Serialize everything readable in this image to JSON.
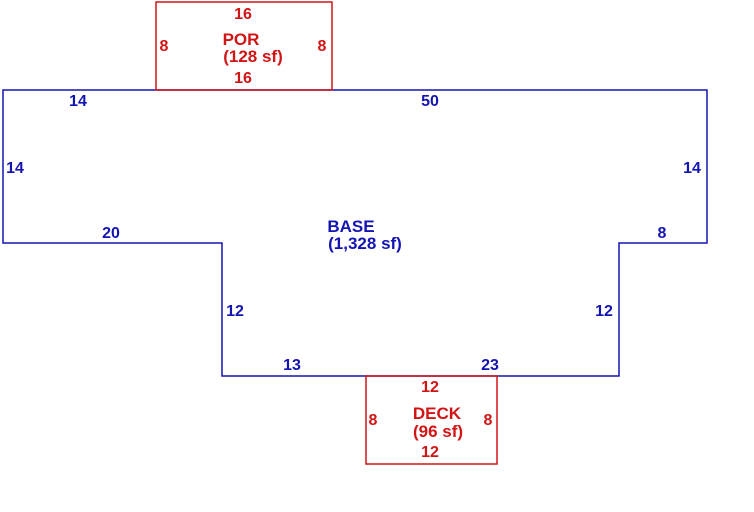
{
  "colors": {
    "base": "#1414b4",
    "por": "#d21414",
    "deck": "#d21414"
  },
  "base": {
    "name": "BASE",
    "area": "(1,328 sf)",
    "dims": {
      "top_left": "14",
      "top": "50",
      "left": "14",
      "right": "14",
      "left_ledge": "20",
      "right_ledge": "8",
      "left_lower": "12",
      "right_lower": "12",
      "bottom_left": "13",
      "bottom_right": "23"
    }
  },
  "por": {
    "name": "POR",
    "area": "(128 sf)",
    "dims": {
      "top": "16",
      "bottom": "16",
      "left": "8",
      "right": "8"
    }
  },
  "deck": {
    "name": "DECK",
    "area": "(96 sf)",
    "dims": {
      "top": "12",
      "bottom": "12",
      "left": "8",
      "right": "8"
    }
  }
}
